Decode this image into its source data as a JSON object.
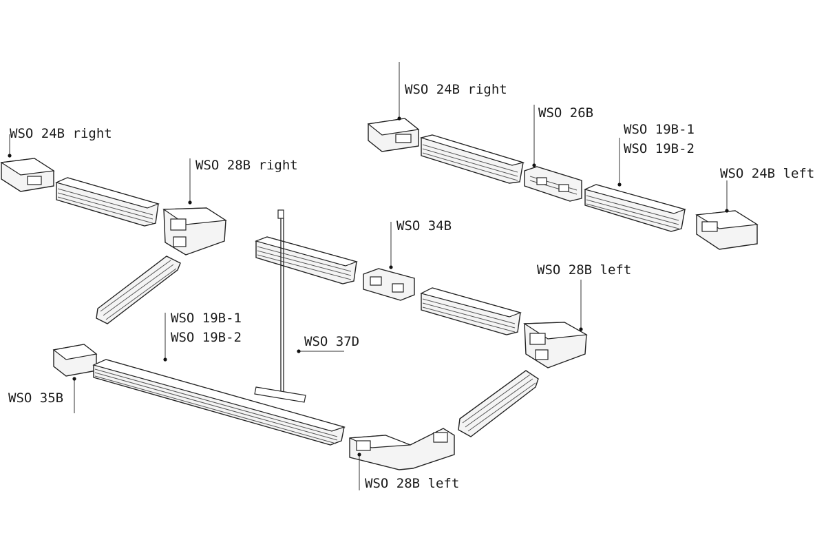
{
  "labels": {
    "l1": "WSO 24B right",
    "l2": "WSO 24B right",
    "l3": "WSO 26B",
    "l4a": "WSO 19B-1",
    "l4b": "WSO 19B-2",
    "l5": "WSO 24B left",
    "l6": "WSO 28B right",
    "l7": "WSO 34B",
    "l8": "WSO 28B left",
    "l9a": "WSO 19B-1",
    "l9b": "WSO 19B-2",
    "l10": "WSO 37D",
    "l11": "WSO 35B",
    "l12": "WSO 28B left"
  }
}
